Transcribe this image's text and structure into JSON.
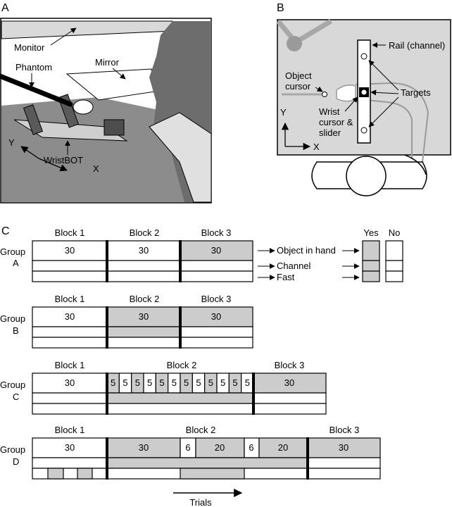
{
  "panels": {
    "a": "A",
    "b": "B",
    "c": "C"
  },
  "panel_a": {
    "monitor": "Monitor",
    "mirror": "Mirror",
    "phantom": "Phantom",
    "wristbot": "WristBOT",
    "y": "Y",
    "x": "X"
  },
  "panel_b": {
    "rail": "Rail (channel)",
    "object_1": "Object",
    "object_2": "cursor",
    "targets": "Targets",
    "wrist_1": "Wrist",
    "wrist_2": "cursor &",
    "wrist_3": "slider",
    "y": "Y",
    "x": "X"
  },
  "panel_c": {
    "row_labels": [
      "Object in hand",
      "Channel",
      "Fast"
    ],
    "legend": {
      "yes": "Yes",
      "no": "No"
    },
    "trials": "Trials",
    "groups": [
      {
        "label_1": "Group",
        "label_2": "A",
        "block_labels": [
          "Block 1",
          "Block 2",
          "Block 3"
        ],
        "values": [
          "30",
          "30",
          "30"
        ]
      },
      {
        "label_1": "Group",
        "label_2": "B",
        "block_labels": [
          "Block 1",
          "Block 2",
          "Block 3"
        ],
        "values": [
          "30",
          "30",
          "30"
        ]
      },
      {
        "label_1": "Group",
        "label_2": "C",
        "block_labels": [
          "Block 1",
          "Block 2",
          "Block 3"
        ],
        "values": [
          "30",
          "5",
          "5",
          "5",
          "5",
          "5",
          "5",
          "5",
          "5",
          "5",
          "5",
          "5",
          "5",
          "30"
        ]
      },
      {
        "label_1": "Group",
        "label_2": "D",
        "block_labels": [
          "Block 1",
          "Block 2",
          "Block 3"
        ],
        "values": [
          "30",
          "30",
          "6",
          "20",
          "6",
          "20",
          "30"
        ]
      }
    ]
  }
}
